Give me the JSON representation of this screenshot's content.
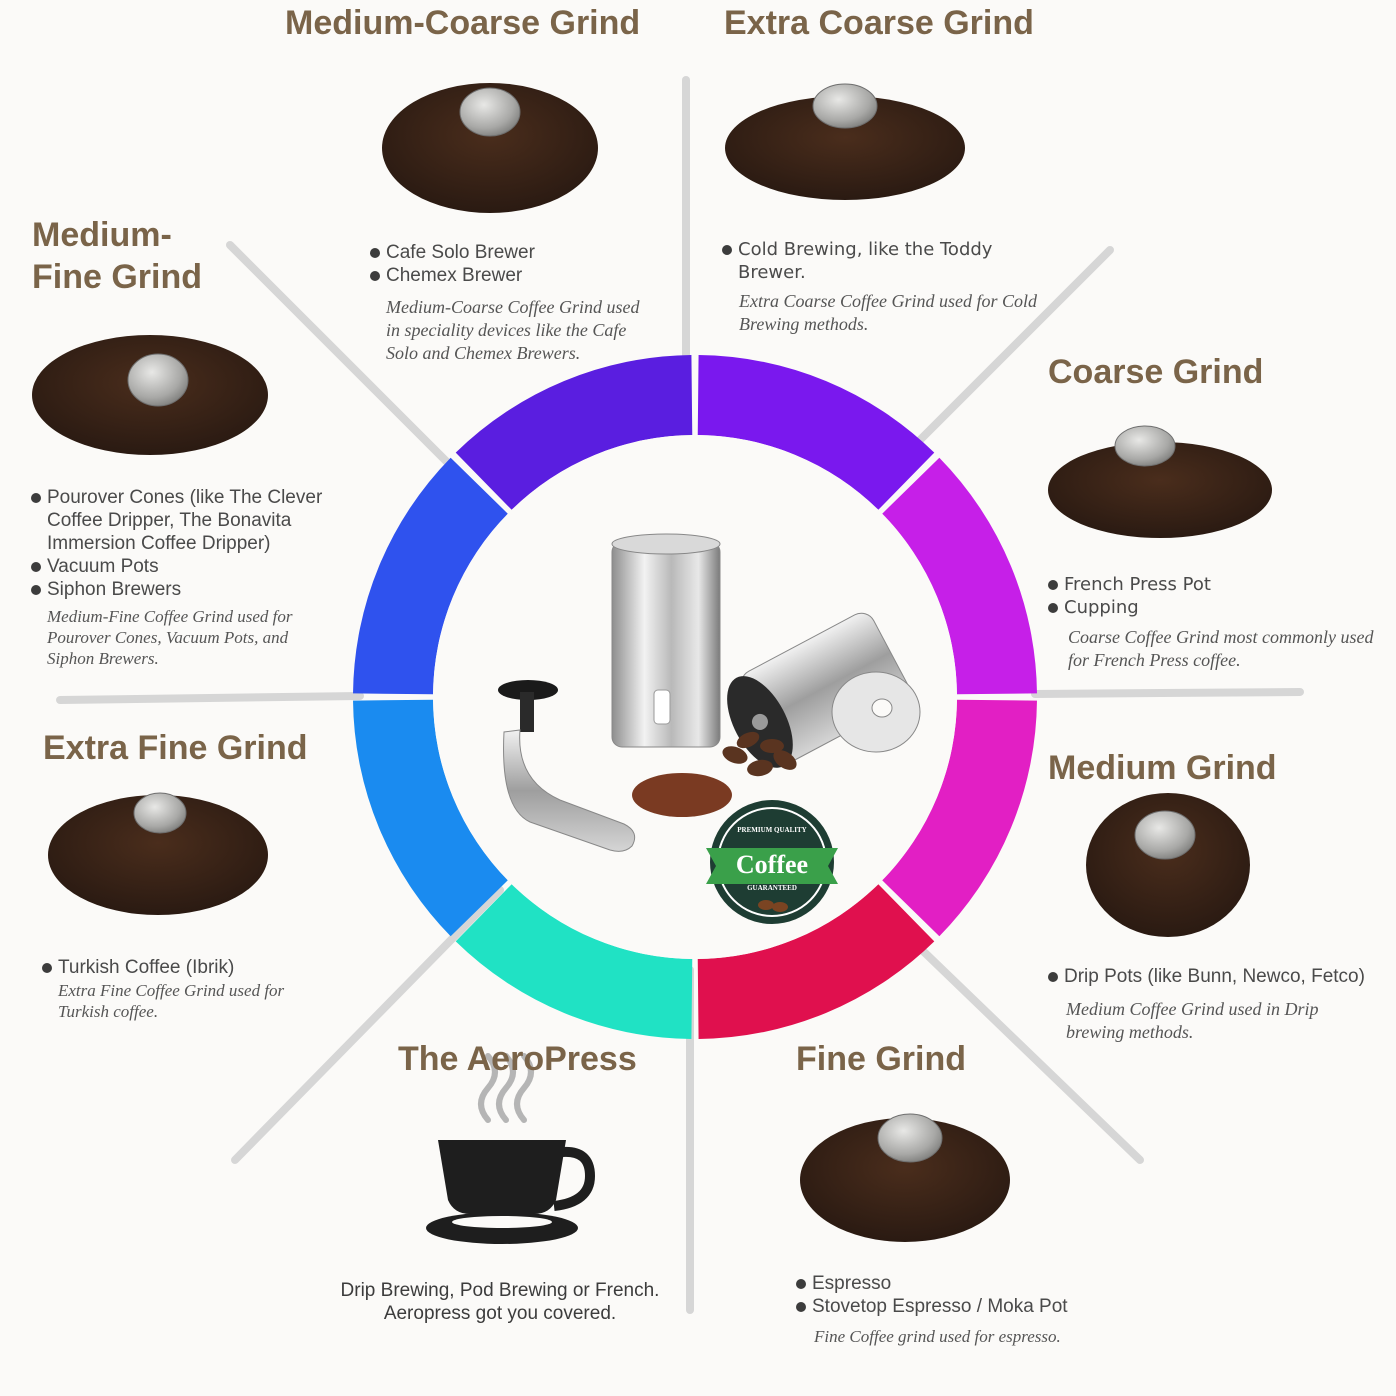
{
  "sections": {
    "medium_coarse": {
      "title": "Medium-Coarse Grind",
      "bullets": [
        "Cafe Solo Brewer",
        "Chemex Brewer"
      ],
      "description": "Medium-Coarse Coffee Grind used in speciality devices like the Cafe Solo and Chemex Brewers."
    },
    "extra_coarse": {
      "title": "Extra Coarse Grind",
      "bullets": [
        "Cold Brewing, like the Toddy Brewer."
      ],
      "description": "Extra Coarse Coffee Grind used for Cold Brewing methods."
    },
    "coarse": {
      "title": "Coarse Grind",
      "bullets": [
        "French Press Pot",
        "Cupping"
      ],
      "description": "Coarse Coffee Grind most commonly used for French Press coffee."
    },
    "medium": {
      "title": "Medium Grind",
      "bullets": [
        "Drip Pots (like Bunn, Newco, Fetco)"
      ],
      "description": "Medium Coffee Grind used in Drip brewing methods."
    },
    "fine": {
      "title": "Fine Grind",
      "bullets": [
        "Espresso",
        "Stovetop Espresso / Moka Pot"
      ],
      "description": "Fine Coffee grind used for espresso."
    },
    "aeropress": {
      "title": "The AeroPress",
      "caption_line1": "Drip Brewing, Pod Brewing or French.",
      "caption_line2": "Aeropress got you covered."
    },
    "extra_fine": {
      "title": "Extra Fine Grind",
      "bullets": [
        "Turkish Coffee (Ibrik)"
      ],
      "description": "Extra Fine Coffee Grind used for Turkish coffee."
    },
    "medium_fine": {
      "title_line1": "Medium-",
      "title_line2": "Fine Grind",
      "bullets": [
        "Pourover Cones (like The Clever Coffee Dripper, The Bonavita Immersion Coffee Dripper)",
        "Vacuum Pots",
        "Siphon Brewers"
      ],
      "description": "Medium-Fine Coffee Grind used for Pourover Cones, Vacuum Pots, and Siphon Brewers."
    }
  },
  "badge": {
    "top_small": "PREMIUM QUALITY",
    "main": "Coffee",
    "bottom_small": "GUARANTEED"
  },
  "colors": {
    "title": "#7a6449",
    "ring_segments": [
      "#7a18ee",
      "#c61fe8",
      "#e21fc4",
      "#e0104e",
      "#20e2c4",
      "#1a8bf0",
      "#2f52ee",
      "#5a1ee0"
    ]
  }
}
